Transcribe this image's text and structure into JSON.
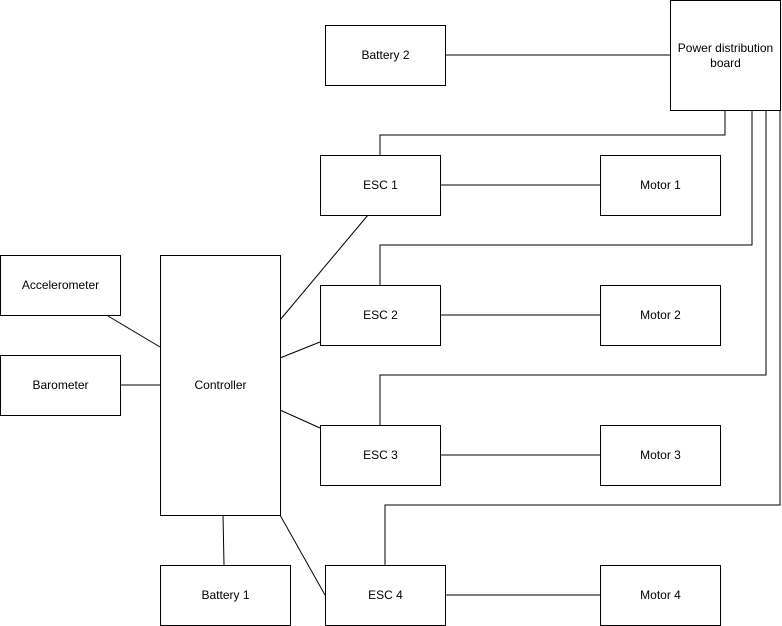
{
  "blocks": {
    "battery2": "Battery 2",
    "power_distribution_board": "Power distribution board",
    "esc1": "ESC 1",
    "esc2": "ESC 2",
    "esc3": "ESC 3",
    "esc4": "ESC 4",
    "motor1": "Motor 1",
    "motor2": "Motor 2",
    "motor3": "Motor 3",
    "motor4": "Motor 4",
    "accelerometer": "Accelerometer",
    "barometer": "Barometer",
    "controller": "Controller",
    "battery1": "Battery 1"
  },
  "colors": {
    "line": "#000000",
    "box_fill": "#ffffff",
    "box_border": "#000000",
    "text": "#000000"
  }
}
